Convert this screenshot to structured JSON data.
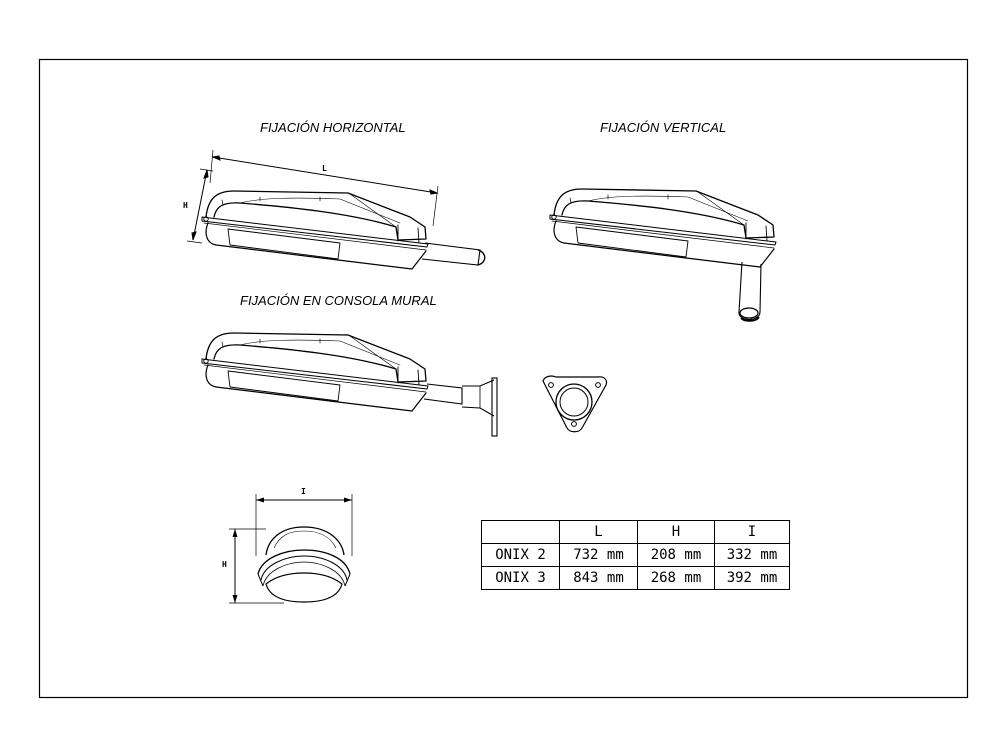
{
  "labels": {
    "horizontal": "FIJACIÓN HORIZONTAL",
    "vertical": "FIJACIÓN VERTICAL",
    "wall": "FIJACIÓN EN CONSOLA MURAL"
  },
  "dimensions": {
    "length": "L",
    "height": "H",
    "width": "I"
  },
  "table": {
    "headers": [
      "",
      "L",
      "H",
      "I"
    ],
    "rows": [
      {
        "model": "ONIX 2",
        "L": "732 mm",
        "H": "208 mm",
        "I": "332 mm"
      },
      {
        "model": "ONIX 3",
        "L": "843 mm",
        "H": "268 mm",
        "I": "392 mm"
      }
    ]
  }
}
